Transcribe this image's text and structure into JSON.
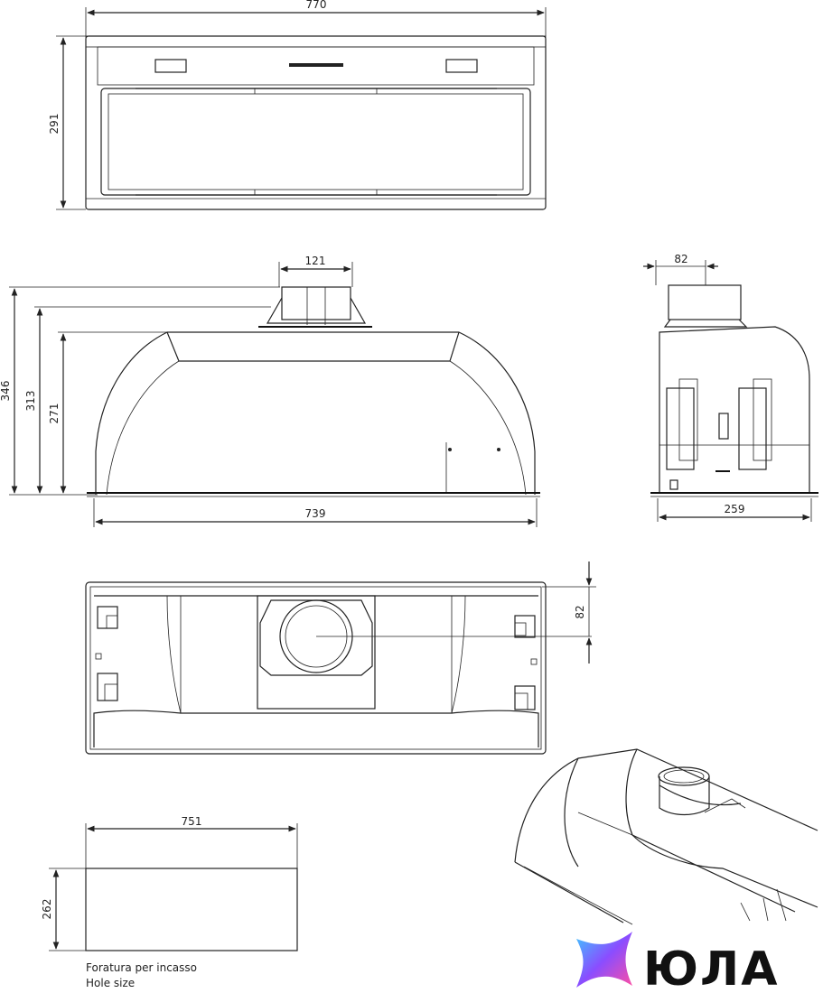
{
  "dimensions": {
    "front_width": "770",
    "front_height": "291",
    "side_top_width": "121",
    "side_height_total": "346",
    "side_height_mid": "313",
    "side_height_body": "271",
    "side_bottom_width": "739",
    "end_top_width": "82",
    "end_bottom_width": "259",
    "bottom_offset": "82",
    "hole_width": "751",
    "hole_height": "262"
  },
  "notes": {
    "hole_label_it": "Foratura per incasso",
    "hole_label_en": "Hole size"
  },
  "brand": {
    "name": "ЮЛА",
    "colors": [
      "#3ec7ff",
      "#8a4dff",
      "#ff4fa3"
    ]
  }
}
